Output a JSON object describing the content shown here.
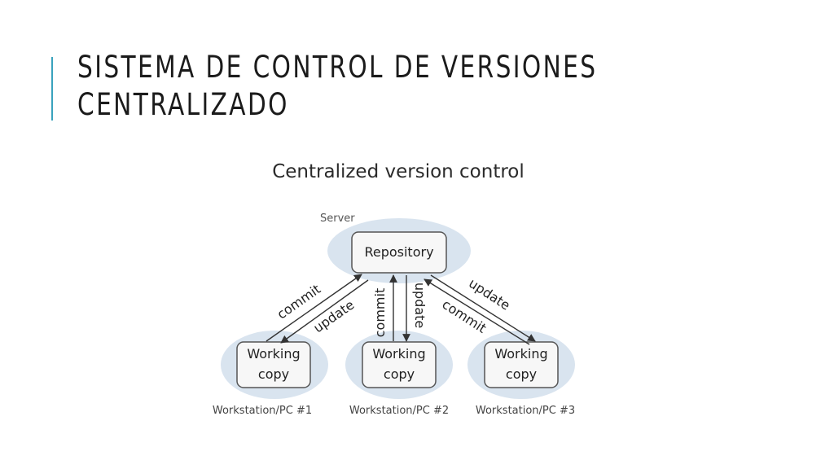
{
  "slide": {
    "title_line1": "Sistema de control de versiones",
    "title_line2": "centralizado",
    "accent_color": "#3aa3bd"
  },
  "diagram": {
    "heading": "Centralized version control",
    "server_label": "Server",
    "repository_label": "Repository",
    "working_copy_line1": "Working",
    "working_copy_line2": "copy",
    "workstations": [
      "Workstation/PC #1",
      "Workstation/PC #2",
      "Workstation/PC #3"
    ],
    "arrow_labels": {
      "commit": "commit",
      "update": "update"
    },
    "colors": {
      "halo": "#d9e4ef",
      "node_fill": "#f7f7f7",
      "node_stroke": "#555555",
      "arrow": "#333333"
    }
  }
}
